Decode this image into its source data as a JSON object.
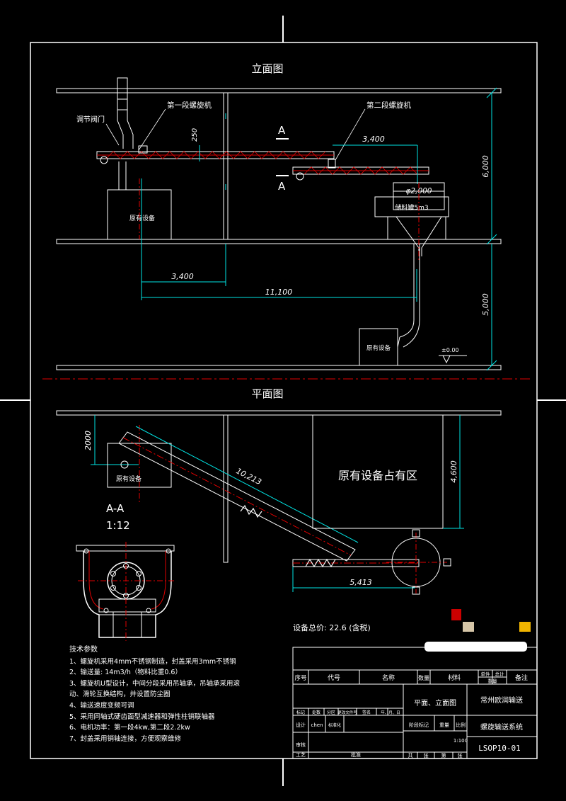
{
  "views": {
    "elevation_title": "立面图",
    "plan_title": "平面图",
    "section_title": "A-A",
    "section_scale": "1:12"
  },
  "labels": {
    "regulating_valve": "调节阀门",
    "screw_1": "第一段螺旋机",
    "screw_2": "第二段螺旋机",
    "section_mark_top": "A",
    "section_mark_bottom": "A",
    "existing_equipment_1": "原有设备",
    "existing_equipment_2": "原有设备",
    "existing_equipment_plan": "原有设备",
    "existing_area": "原有设备占有区",
    "silo_diameter": "φ2,000",
    "silo_label": "储料罐5m3",
    "floor_level": "±0.00"
  },
  "dimensions": {
    "d250": "250",
    "d3400_top": "3,400",
    "d6000": "6,000",
    "d3400_bottom": "3,400",
    "d11100": "11,100",
    "d5000": "5,000",
    "d2000": "2000",
    "d10213": "10,213",
    "d4600": "4,600",
    "d5413": "5,413"
  },
  "total_price": "设备总价: 22.6 (含税)",
  "tech_params": {
    "title": "技术参数",
    "items": [
      "1、螺旋机采用4mm不锈钢制造，封盖采用3mm不锈钢",
      "2、输送量: 14m3/h（物料比重0.6）",
      "3、螺旋机U型设计，中间分段采用吊轴承，吊轴承采用滚",
      "   动、滑轮互换结构，并设置防尘圈",
      "4、输送速度变频可调",
      "5、采用同轴式硬齿面型减速器和弹性柱销联轴器",
      "6、电机功率：第一段4kw,第二段2.2kw",
      "7、封盖采用销轴连接，方便观察维修"
    ]
  },
  "title_block": {
    "col_seq": "序号",
    "col_code": "代号",
    "col_name": "名称",
    "col_qty": "数量",
    "col_material": "材料",
    "col_unit_weight": "单件",
    "col_total_weight": "总计",
    "col_weight": "重量",
    "col_remark": "备注",
    "mark": "标记",
    "count": "处数",
    "zone": "分区",
    "change_doc": "更改文件号",
    "signature": "签名",
    "date": "年、月、日",
    "design": "设计",
    "designer": "chen",
    "standardize": "标准化",
    "stage_mark": "阶段标记",
    "weight": "重量",
    "scale": "比例",
    "scale_value": "1:100",
    "review": "审核",
    "process": "工艺",
    "approve": "批准",
    "sheets_total": "共",
    "sheets_unit": "张",
    "sheet_no": "第",
    "sheet_unit": "张",
    "drawing_title": "平面、立面图",
    "company": "常州欧润输送",
    "system_name": "螺旋输送系统",
    "drawing_number": "LSOP10-01"
  },
  "colors": {
    "background": "#000000",
    "line": "#ffffff",
    "dimension": "#00e5e5",
    "centerline": "#e00000",
    "swatch_red": "#cc0000",
    "swatch_tan": "#d6c6a8",
    "swatch_yellow": "#f0b400"
  }
}
